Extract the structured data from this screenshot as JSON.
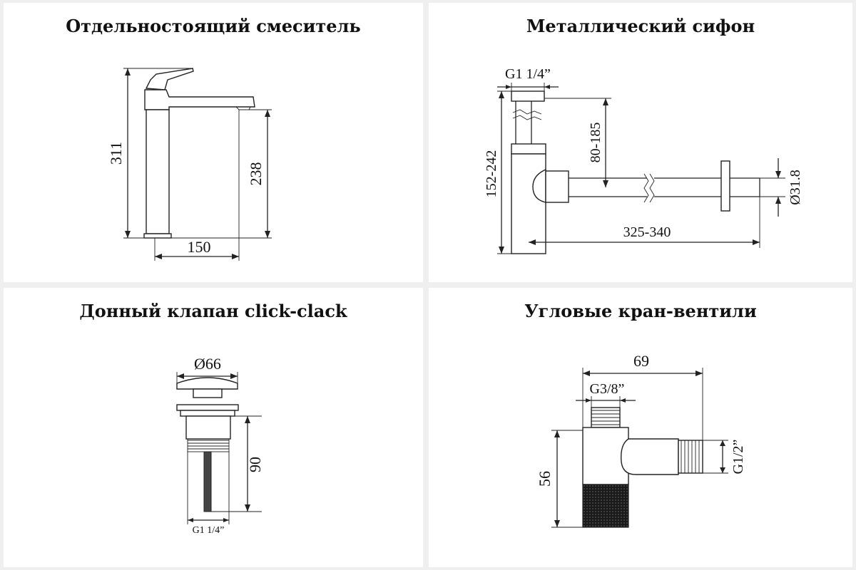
{
  "panels": {
    "mixer": {
      "title": "Отдельностоящий смеситель",
      "dims": {
        "height": "311",
        "spout_height": "238",
        "reach": "150"
      }
    },
    "siphon": {
      "title": "Металлический сифон",
      "dims": {
        "thread": "G1 1/4”",
        "height": "152-242",
        "outlet_height": "80-185",
        "length": "325-340",
        "diameter": "Ø31.8"
      }
    },
    "valve": {
      "title": "Донный клапан click-clack",
      "dims": {
        "diameter": "Ø66",
        "height": "90",
        "thread": "G1 1/4”"
      }
    },
    "angle_valve": {
      "title": "Угловые кран-вентили",
      "dims": {
        "width": "69",
        "inlet_thread": "G3/8”",
        "height": "56",
        "outlet_thread": "G1/2”"
      }
    }
  },
  "colors": {
    "background": "#efefef",
    "panel": "#ffffff",
    "line": "#222222"
  }
}
